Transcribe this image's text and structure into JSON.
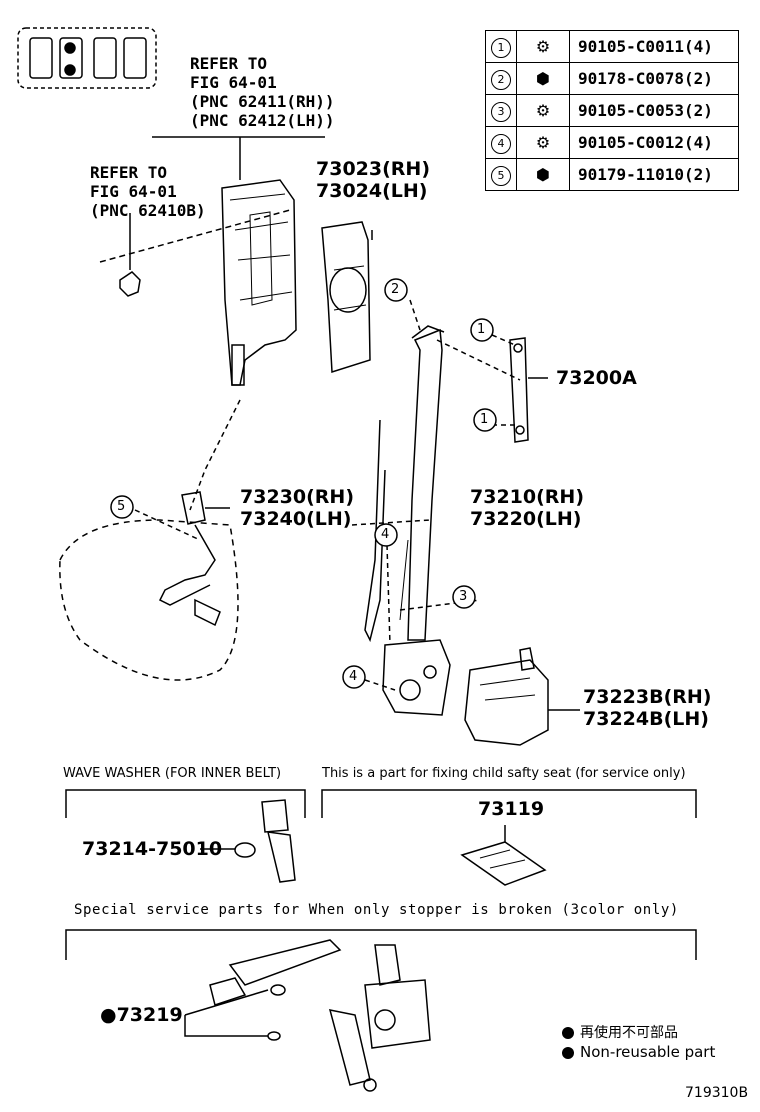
{
  "header": {
    "refer_a": [
      "REFER TO",
      "FIG 64-01",
      "(PNC 62411(RH))",
      "(PNC 62412(LH))"
    ],
    "refer_b": [
      "REFER TO",
      "FIG 64-01",
      "(PNC 62410B)"
    ]
  },
  "parts_table": [
    {
      "num": "1",
      "icon": "bolt-icon",
      "part": "90105-C0011(4)"
    },
    {
      "num": "2",
      "icon": "nut-icon",
      "part": "90178-C0078(2)"
    },
    {
      "num": "3",
      "icon": "bolt-icon",
      "part": "90105-C0053(2)"
    },
    {
      "num": "4",
      "icon": "bolt-icon",
      "part": "90105-C0012(4)"
    },
    {
      "num": "5",
      "icon": "nut-icon",
      "part": "90179-11010(2)"
    }
  ],
  "labels": {
    "cover_rh": "73023(RH)",
    "cover_lh": "73024(LH)",
    "adjuster": "73200A",
    "buckle_rh": "73230(RH)",
    "buckle_lh": "73240(LH)",
    "belt_rh": "73210(RH)",
    "belt_lh": "73220(LH)",
    "retr_cover_rh": "73223B(RH)",
    "retr_cover_lh": "73224B(LH)",
    "washer_part": "73214-75010",
    "child_part": "73119",
    "stopper_part": "●73219"
  },
  "callouts": {
    "c1a": "1",
    "c1b": "1",
    "c2": "2",
    "c3": "3",
    "c4a": "4",
    "c4b": "4",
    "c5": "5"
  },
  "sections": {
    "wave_washer": "WAVE WASHER (FOR INNER BELT)",
    "child_seat": "This is a part for fixing child safty seat (for service only)",
    "special": "Special   service  parts  for  When  only  stopper  is  broken  (3color  only)"
  },
  "legend": {
    "jp": "再使用不可部品",
    "en": "Non-reusable part"
  },
  "figure_code": "719310B",
  "corner_icon_label": "seat-layout-icon"
}
